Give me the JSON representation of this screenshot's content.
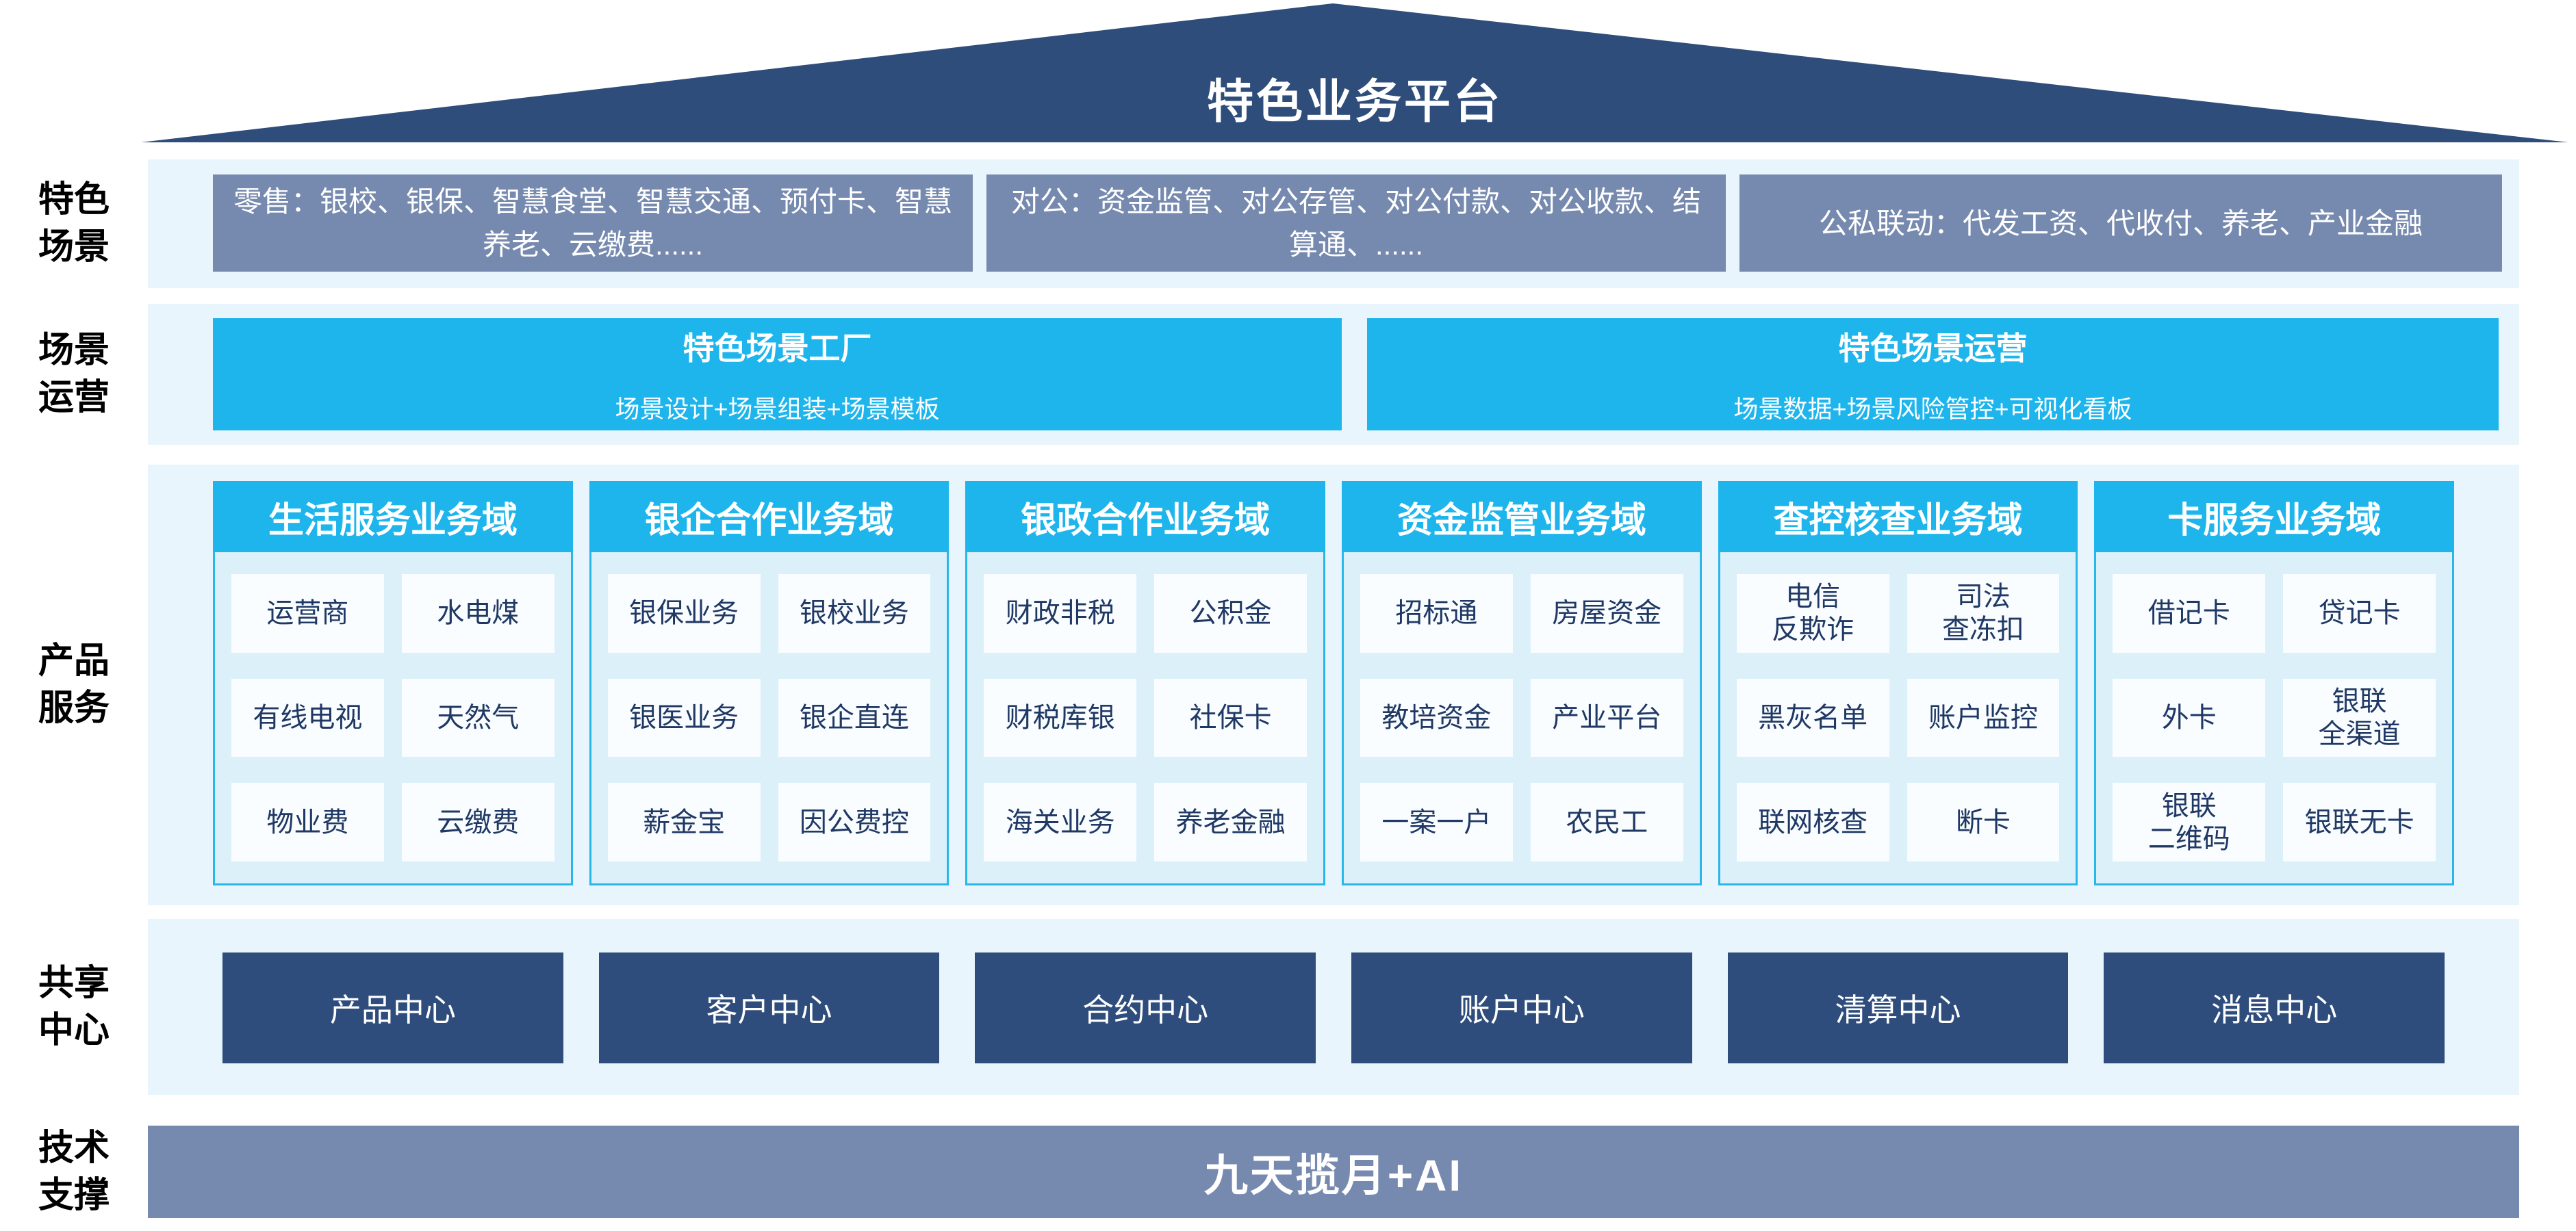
{
  "roof": {
    "title": "特色业务平台"
  },
  "side_labels": {
    "scenes": "特色\n场景",
    "operations": "场景\n运营",
    "products": "产品\n服务",
    "centers": "共享\n中心",
    "tech": "技术\n支撑"
  },
  "scenes": {
    "boxes": [
      "零售：银校、银保、智慧食堂、智慧交通、预付卡、智慧养老、云缴费......",
      "对公：资金监管、对公存管、对公付款、对公收款、结算通、......",
      "公私联动：代发工资、代收付、养老、产业金融"
    ]
  },
  "operations": {
    "boxes": [
      {
        "title": "特色场景工厂",
        "subtitle": "场景设计+场景组装+场景模板"
      },
      {
        "title": "特色场景运营",
        "subtitle": "场景数据+场景风险管控+可视化看板"
      }
    ]
  },
  "products": {
    "columns": [
      {
        "header": "生活服务业务域",
        "cells": [
          "运营商",
          "水电煤",
          "有线电视",
          "天然气",
          "物业费",
          "云缴费"
        ]
      },
      {
        "header": "银企合作业务域",
        "cells": [
          "银保业务",
          "银校业务",
          "银医业务",
          "银企直连",
          "薪金宝",
          "因公费控"
        ]
      },
      {
        "header": "银政合作业务域",
        "cells": [
          "财政非税",
          "公积金",
          "财税库银",
          "社保卡",
          "海关业务",
          "养老金融"
        ]
      },
      {
        "header": "资金监管业务域",
        "cells": [
          "招标通",
          "房屋资金",
          "教培资金",
          "产业平台",
          "一案一户",
          "农民工"
        ]
      },
      {
        "header": "查控核查业务域",
        "cells": [
          "电信\n反欺诈",
          "司法\n查冻扣",
          "黑灰名单",
          "账户监控",
          "联网核查",
          "断卡"
        ]
      },
      {
        "header": "卡服务业务域",
        "cells": [
          "借记卡",
          "贷记卡",
          "外卡",
          "银联\n全渠道",
          "银联\n二维码",
          "银联无卡"
        ]
      }
    ]
  },
  "centers": {
    "boxes": [
      "产品中心",
      "客户中心",
      "合约中心",
      "账户中心",
      "清算中心",
      "消息中心"
    ]
  },
  "tech": {
    "bar": "九天揽月+AI"
  },
  "colors": {
    "roof_navy": "#2F4D7B",
    "steel_blue": "#7689AE",
    "cyan": "#1DB5EC",
    "band_light": "#E8F5FC",
    "column_bg": "#DCF0FA",
    "column_border": "#2AB6EA",
    "cell_bg": "#FAFDFF",
    "cell_text": "#1F3864",
    "center_navy": "#2E4D7C"
  }
}
